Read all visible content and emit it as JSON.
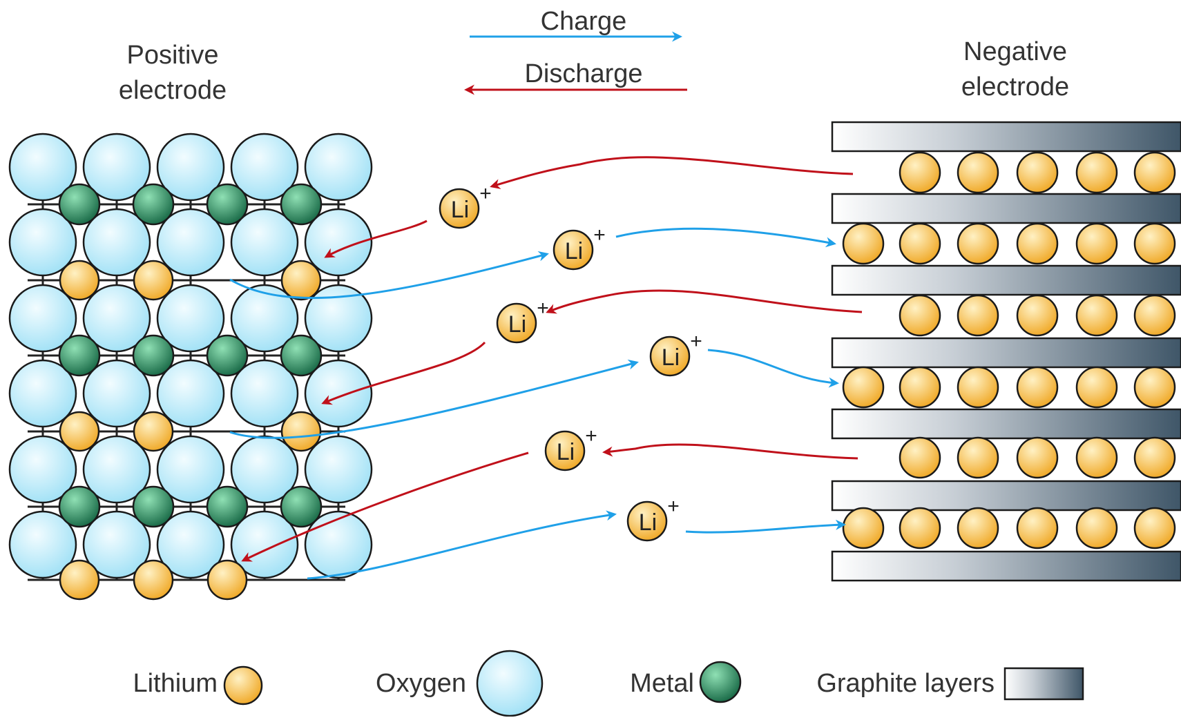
{
  "labels": {
    "positive_line1": "Positive",
    "positive_line2": "electrode",
    "negative_line1": "Negative",
    "negative_line2": "electrode",
    "charge": "Charge",
    "discharge": "Discharge"
  },
  "ion": {
    "symbol": "Li",
    "charge": "+"
  },
  "legend": [
    {
      "name": "lithium",
      "label": "Lithium"
    },
    {
      "name": "oxygen",
      "label": "Oxygen"
    },
    {
      "name": "metal",
      "label": "Metal"
    },
    {
      "name": "graphite",
      "label": "Graphite layers"
    }
  ],
  "colors": {
    "charge_arrow": "#1fa0e8",
    "discharge_arrow": "#c0101a",
    "oxygen": "#bfeefb",
    "metal": "#2e9a68",
    "lithium": "#f6c24a",
    "graphite_dark": "#4a5f70"
  }
}
